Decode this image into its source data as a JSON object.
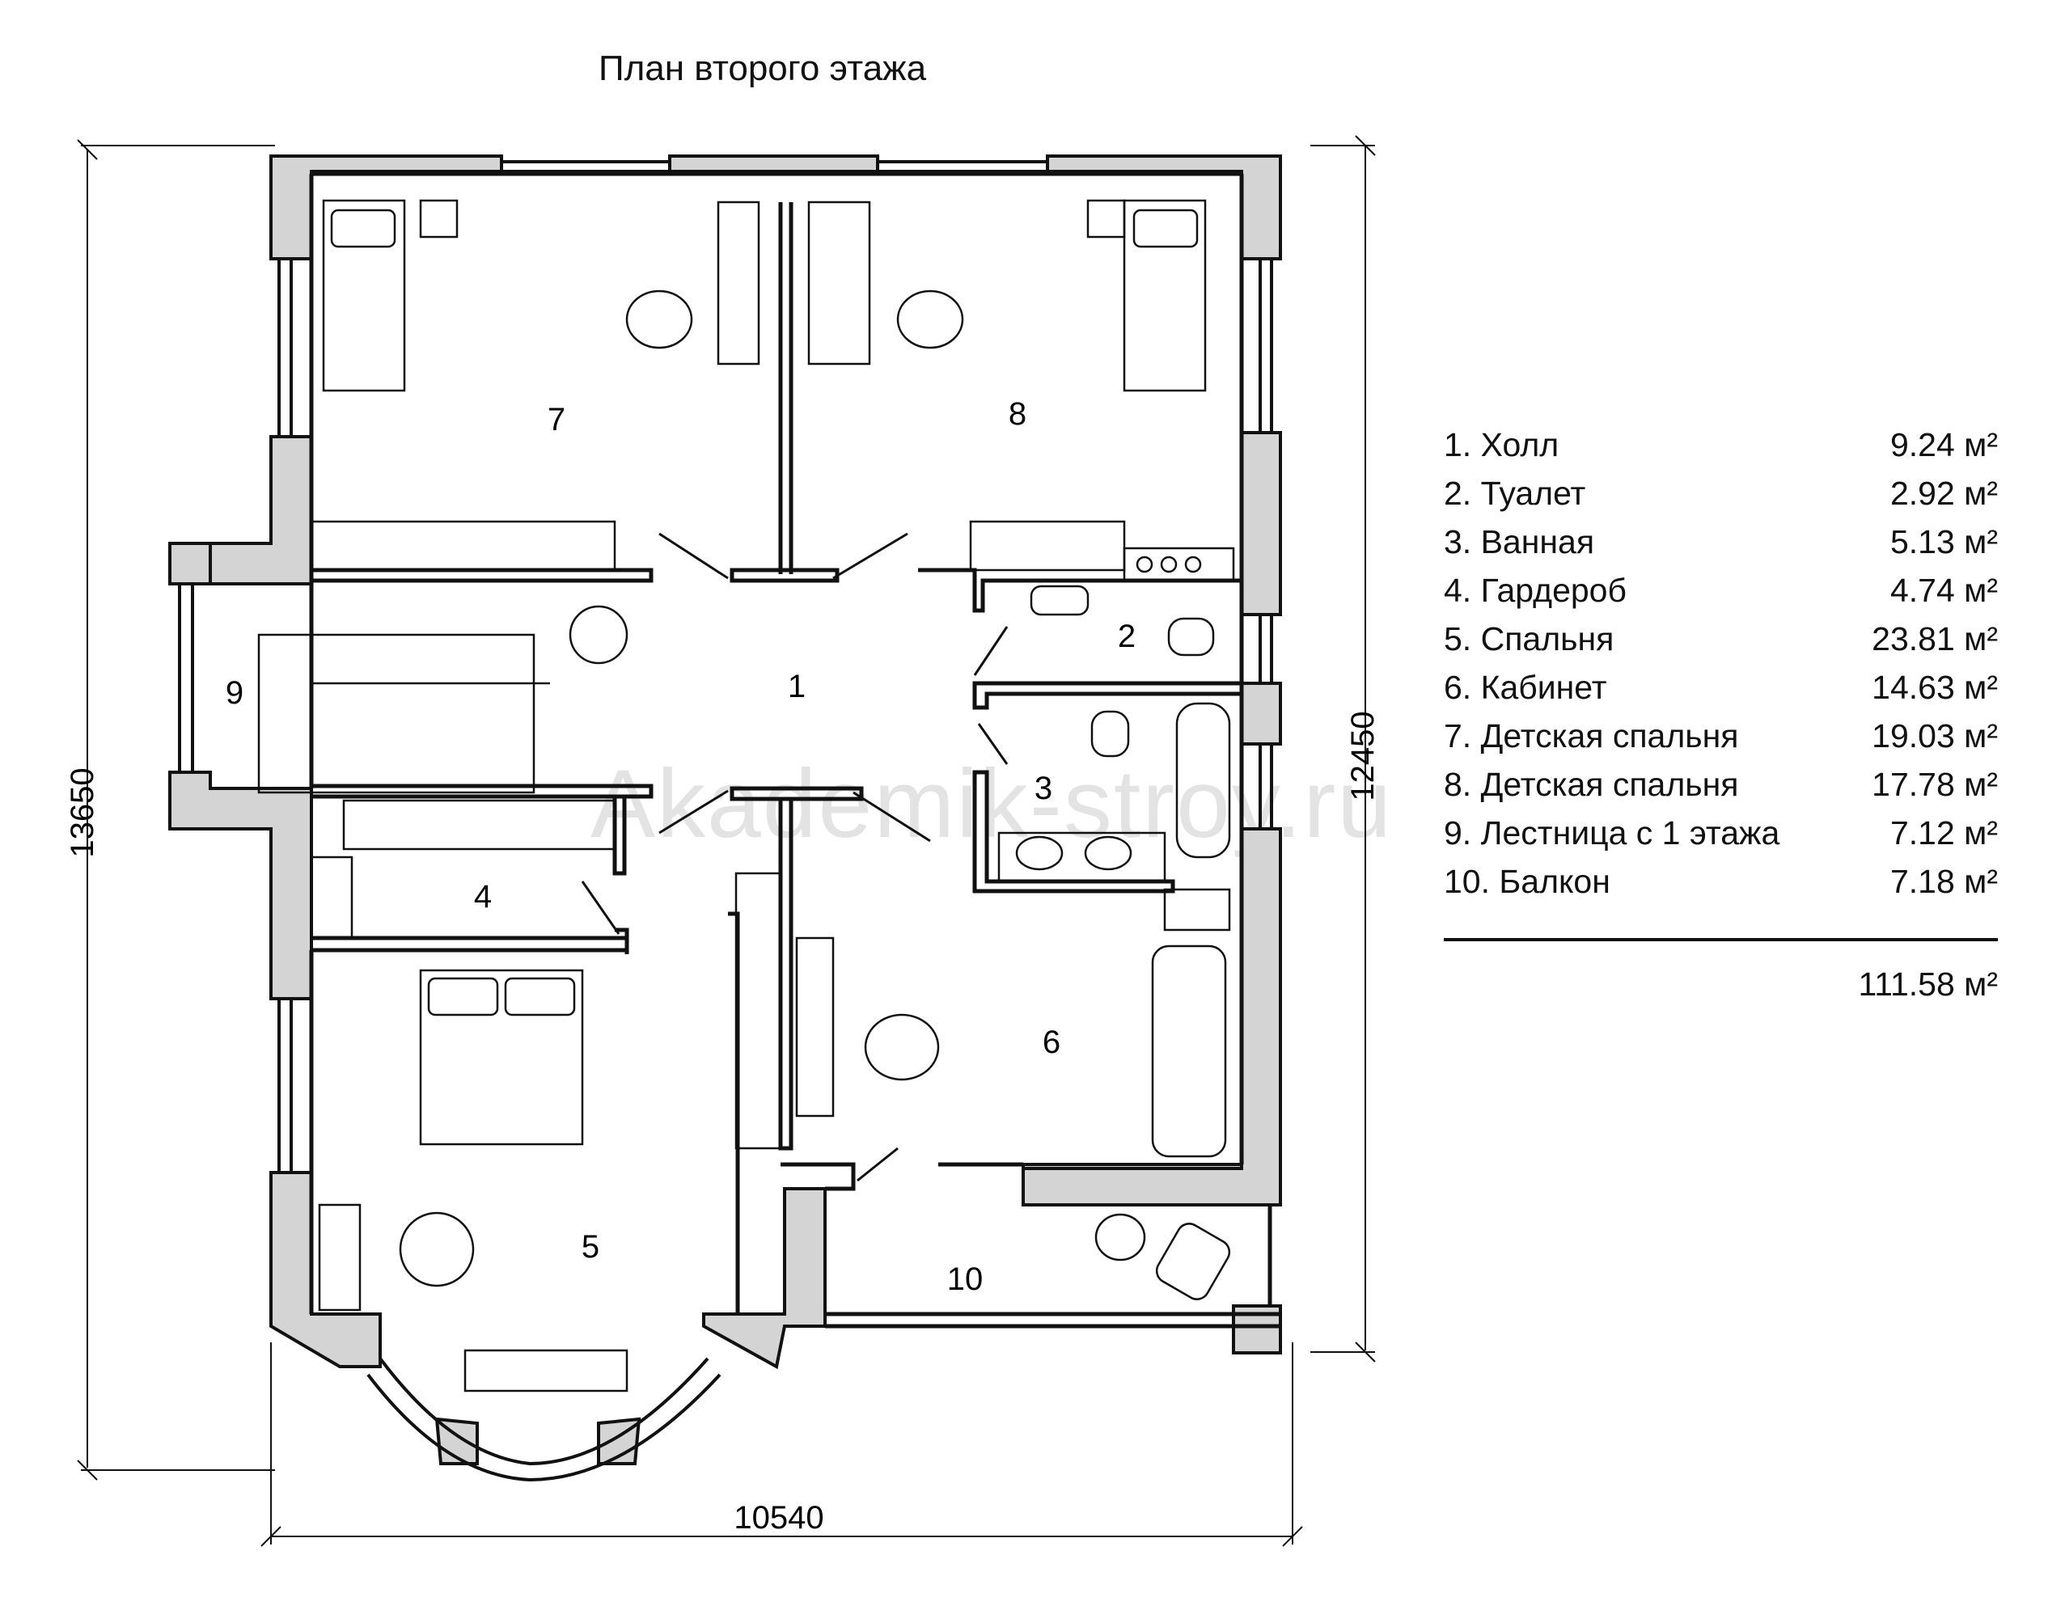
{
  "title": "План второго этажа",
  "watermark": "Akademik-stroy.ru",
  "dimensions": {
    "width": "10540",
    "height_total": "13650",
    "height_inner": "12450"
  },
  "room_numbers": [
    "1",
    "2",
    "3",
    "4",
    "5",
    "6",
    "7",
    "8",
    "9",
    "10"
  ],
  "legend": {
    "rooms": [
      {
        "name": "1. Холл",
        "area": "9.24 м²"
      },
      {
        "name": "2. Туалет",
        "area": "2.92 м²"
      },
      {
        "name": "3. Ванная",
        "area": "5.13 м²"
      },
      {
        "name": "4. Гардероб",
        "area": "4.74 м²"
      },
      {
        "name": "5. Спальня",
        "area": "23.81 м²"
      },
      {
        "name": "6. Кабинет",
        "area": "14.63 м²"
      },
      {
        "name": "7. Детская спальня",
        "area": "19.03 м²"
      },
      {
        "name": "8. Детская спальня",
        "area": "17.78 м²"
      },
      {
        "name": "9. Лестница с 1 этажа",
        "area": "7.12 м²"
      },
      {
        "name": "10. Балкон",
        "area": "7.18 м²"
      }
    ],
    "total": "111.58 м²"
  },
  "colors": {
    "wall": "#d4d4d4",
    "line": "#111111"
  }
}
